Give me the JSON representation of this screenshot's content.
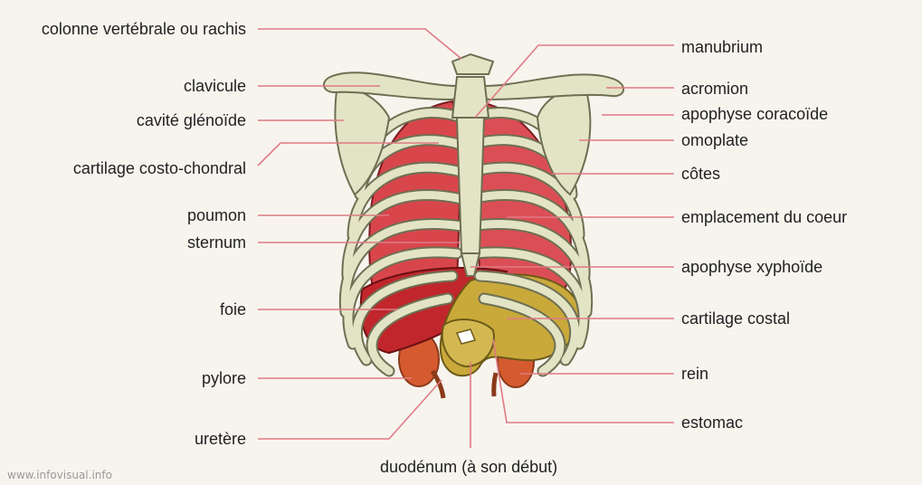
{
  "diagram": {
    "left_labels": [
      "colonne vertébrale ou rachis",
      "clavicule",
      "cavité glénoïde",
      "cartilage costo-chondral",
      "poumon",
      "sternum",
      "foie",
      "pylore",
      "uretère"
    ],
    "right_labels": [
      "manubrium",
      "acromion",
      "apophyse coracoïde",
      "omoplate",
      "côtes",
      "emplacement du coeur",
      "apophyse xyphoïde",
      "cartilage costal",
      "rein",
      "estomac"
    ],
    "bottom_label": "duodénum (à son début)",
    "credit": "www.infovisual.info"
  },
  "colors": {
    "background": "#f7f4ee",
    "leader_line": "#e07a84",
    "bone": "#e3e4c6",
    "bone_outline": "#6e6f52",
    "lung": "#d8464c",
    "liver": "#c0262b",
    "stomach": "#c9a93a",
    "kidney": "#d65a30",
    "ureter": "#8a3a1a"
  }
}
